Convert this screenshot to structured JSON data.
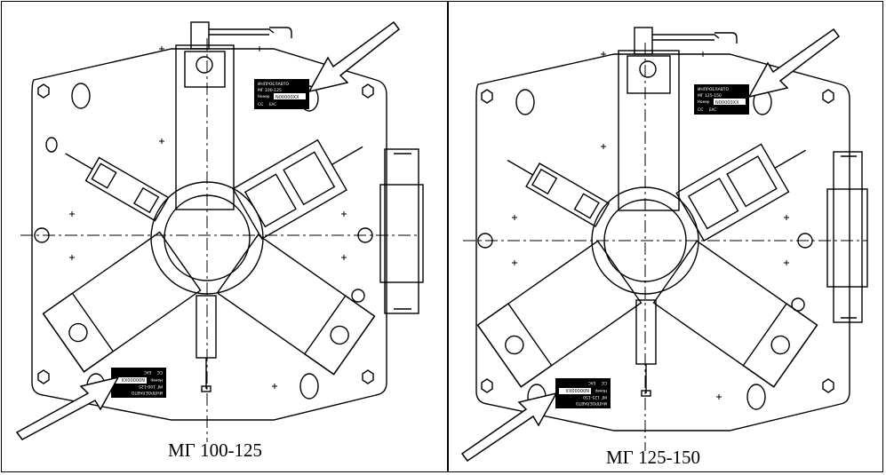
{
  "figure": {
    "panels": [
      {
        "caption": "МГ 100-125",
        "plate_top": {
          "brand": "ИНПРОЕЛАВТО",
          "model": "МГ 100-125",
          "serial_label": "Номер",
          "serial": "N00000XX",
          "marks": "СЄ",
          "origin": "EAC"
        },
        "plate_bottom": {
          "brand": "ИНПРОЕЛАВТО",
          "model": "МГ 100-125",
          "serial_label": "Номер",
          "serial": "N00000XX",
          "marks": "СЄ",
          "origin": "EAC"
        }
      },
      {
        "caption": "МГ 125-150",
        "plate_top": {
          "brand": "ИНПРОЕЛАВТО",
          "model": "МГ 125-150",
          "serial_label": "Номер",
          "serial": "N00000XX",
          "marks": "СЄ",
          "origin": "EAC"
        },
        "plate_bottom": {
          "brand": "ИНПРОЕЛАВТО",
          "model": "МГ 125-150",
          "serial_label": "Номер",
          "serial": "N00000XX",
          "marks": "СЄ",
          "origin": "EAC"
        }
      }
    ]
  }
}
